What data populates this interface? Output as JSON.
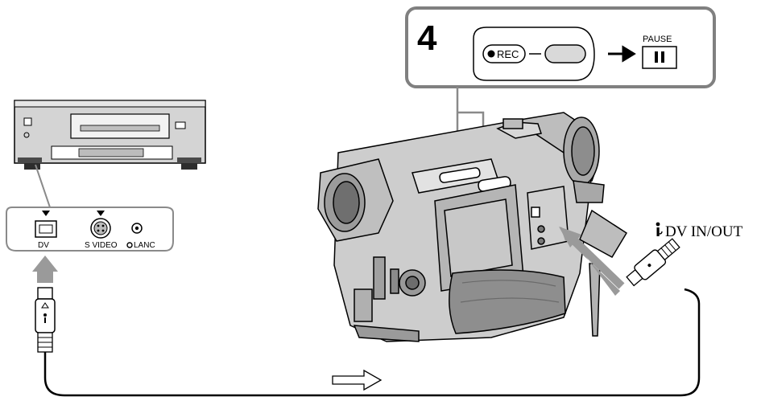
{
  "step": {
    "number": "4"
  },
  "controls": {
    "rec_label": "REC",
    "pause_label": "PAUSE"
  },
  "vcr_panel": {
    "dv_label": "DV",
    "svideo_label": "S VIDEO",
    "lanc_label": "LANC"
  },
  "camcorder": {
    "dv_in_out_label": "DV IN/OUT"
  },
  "colors": {
    "line": "#000000",
    "device_body": "#cfcfcf",
    "device_dark": "#6f6f6f",
    "arrow_gray": "#9a9a9a",
    "callout_border": "#808080"
  }
}
